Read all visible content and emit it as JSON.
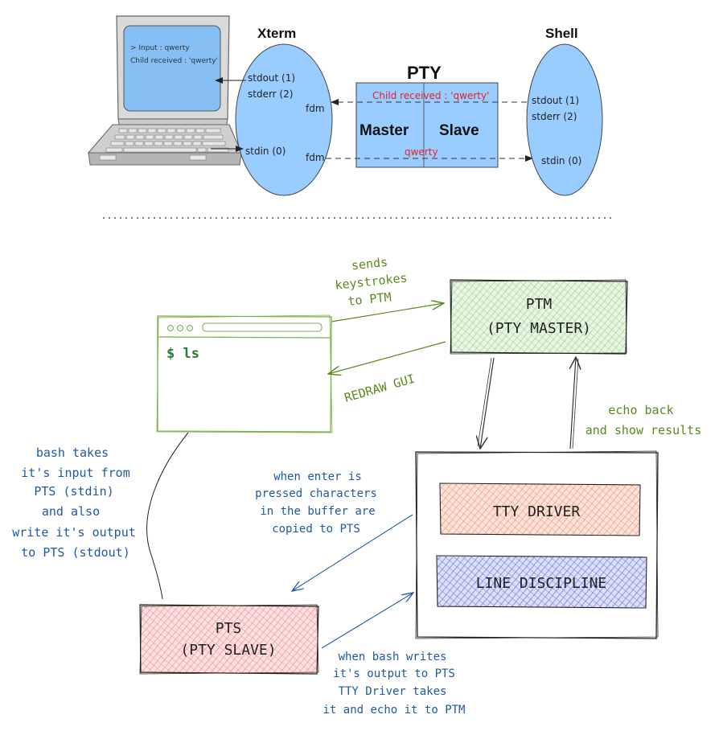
{
  "top": {
    "screen_line1": "> Input : qwerty",
    "screen_line2": "Child received : 'qwerty'",
    "xterm_title": "Xterm",
    "xterm_stdout": "stdout (1)",
    "xterm_stderr": "stderr (2)",
    "xterm_stdin": "stdin (0)",
    "fdm_upper": "fdm",
    "fdm_lower": "fdm",
    "pty_title": "PTY",
    "master_label": "Master",
    "slave_label": "Slave",
    "child_received": "Child received : 'qwerty'",
    "qwerty": "qwerty",
    "shell_title": "Shell",
    "shell_stdout": "stdout (1)",
    "shell_stderr": "stderr (2)",
    "shell_stdin": "stdin (0)"
  },
  "bottom": {
    "sends_line1": "sends",
    "sends_line2": "keystrokes",
    "sends_line3": "to PTM",
    "ptm_line1": "PTM",
    "ptm_line2": "(PTY MASTER)",
    "terminal_prompt": "$ ls",
    "redraw": "REDRAW GUI",
    "echo_line1": "echo back",
    "echo_line2": "and show results",
    "bash_line1": "bash takes",
    "bash_line2": "it's input from",
    "bash_line3": "PTS (stdin)",
    "bash_line4": "and also",
    "bash_line5": "write it's output",
    "bash_line6": "to PTS (stdout)",
    "enter_line1": "when enter is",
    "enter_line2": "pressed characters",
    "enter_line3": "in the buffer are",
    "enter_line4": "copied to PTS",
    "tty_driver": "TTY DRIVER",
    "line_discipline": "LINE DISCIPLINE",
    "pts_line1": "PTS",
    "pts_line2": "(PTY SLAVE)",
    "writes_line1": "when bash writes",
    "writes_line2": "it's output to PTS",
    "writes_line3": "TTY Driver takes",
    "writes_line4": "it and echo it to PTM"
  },
  "colors": {
    "ellipse_fill": "#99ccff",
    "pty_fill": "#99ccff",
    "red_text": "#e8202a",
    "green_text": "#5a8a1e",
    "blue_text": "#1f5aa0",
    "ptm_hatch": "#7fc97f",
    "tty_hatch": "#f07a5a",
    "line_hatch": "#4a5ad8",
    "pts_hatch": "#f07a7a",
    "terminal_border": "#7ab048"
  },
  "icons": {
    "laptop": "laptop-icon"
  }
}
